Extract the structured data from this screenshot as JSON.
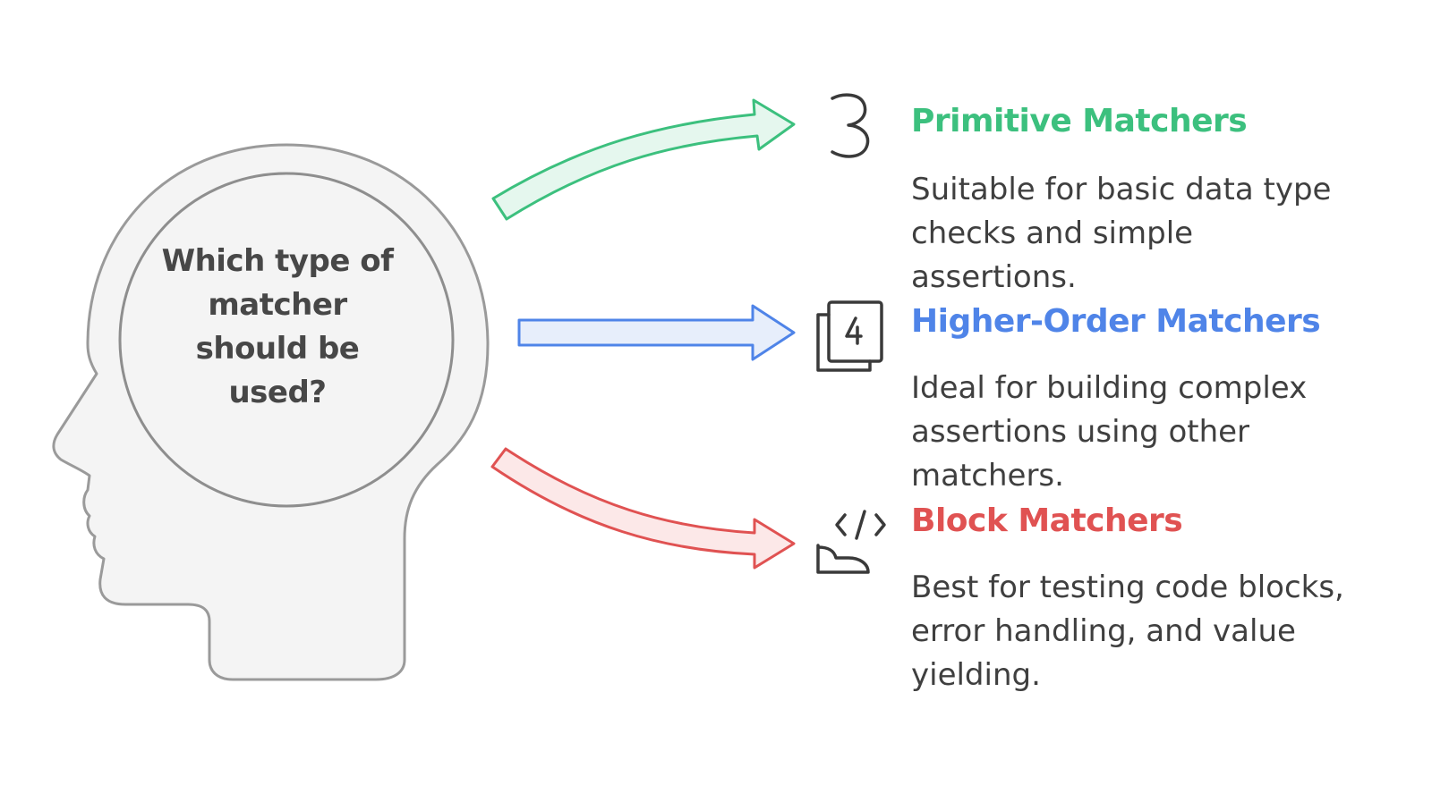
{
  "question": {
    "line1": "Which type of",
    "line2": "matcher",
    "line3": "should be",
    "line4": "used?"
  },
  "options": [
    {
      "icon": "number-three-icon",
      "color": "#3cc07e",
      "title": "Primitive Matchers",
      "desc_lines": [
        "Suitable for basic data type",
        "checks and simple",
        "assertions."
      ]
    },
    {
      "icon": "stacked-card-four-icon",
      "color": "#4f84e8",
      "title": "Higher-Order Matchers",
      "desc_lines": [
        "Ideal for building complex",
        "assertions using other",
        "matchers."
      ]
    },
    {
      "icon": "code-block-hand-icon",
      "color": "#e05252",
      "title": "Block Matchers",
      "desc_lines": [
        "Best for testing code blocks,",
        "error handling, and value",
        "yielding."
      ]
    }
  ],
  "colors": {
    "head_fill": "#f4f4f4",
    "head_stroke": "#9a9a9a",
    "text": "#3f3f3f"
  }
}
